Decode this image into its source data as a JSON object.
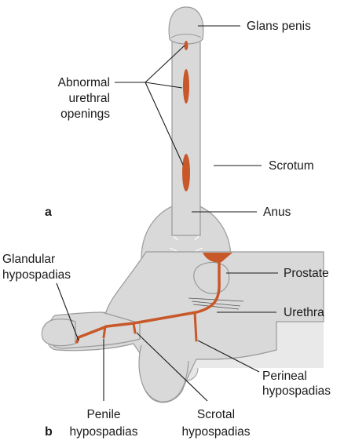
{
  "panel_a": {
    "letter": "a",
    "labels": {
      "glans_penis": "Glans penis",
      "abnormal_openings": [
        "Abnormal",
        "urethral",
        "openings"
      ],
      "scrotum": "Scrotum",
      "anus": "Anus"
    }
  },
  "panel_b": {
    "letter": "b",
    "labels": {
      "glandular": [
        "Glandular",
        "hypospadias"
      ],
      "prostate": "Prostate",
      "urethra": "Urethra",
      "perineal": [
        "Perineal",
        "hypospadias"
      ],
      "penile": [
        "Penile",
        "hypospadias"
      ],
      "scrotal": [
        "Scrotal",
        "hypospadias"
      ]
    }
  },
  "colors": {
    "tissue": "#d9d9d9",
    "tissue_stroke": "#9a9a9a",
    "urethra": "#c8582a",
    "background_block": "#e9e9e9",
    "anus": "#4a4a4a"
  }
}
